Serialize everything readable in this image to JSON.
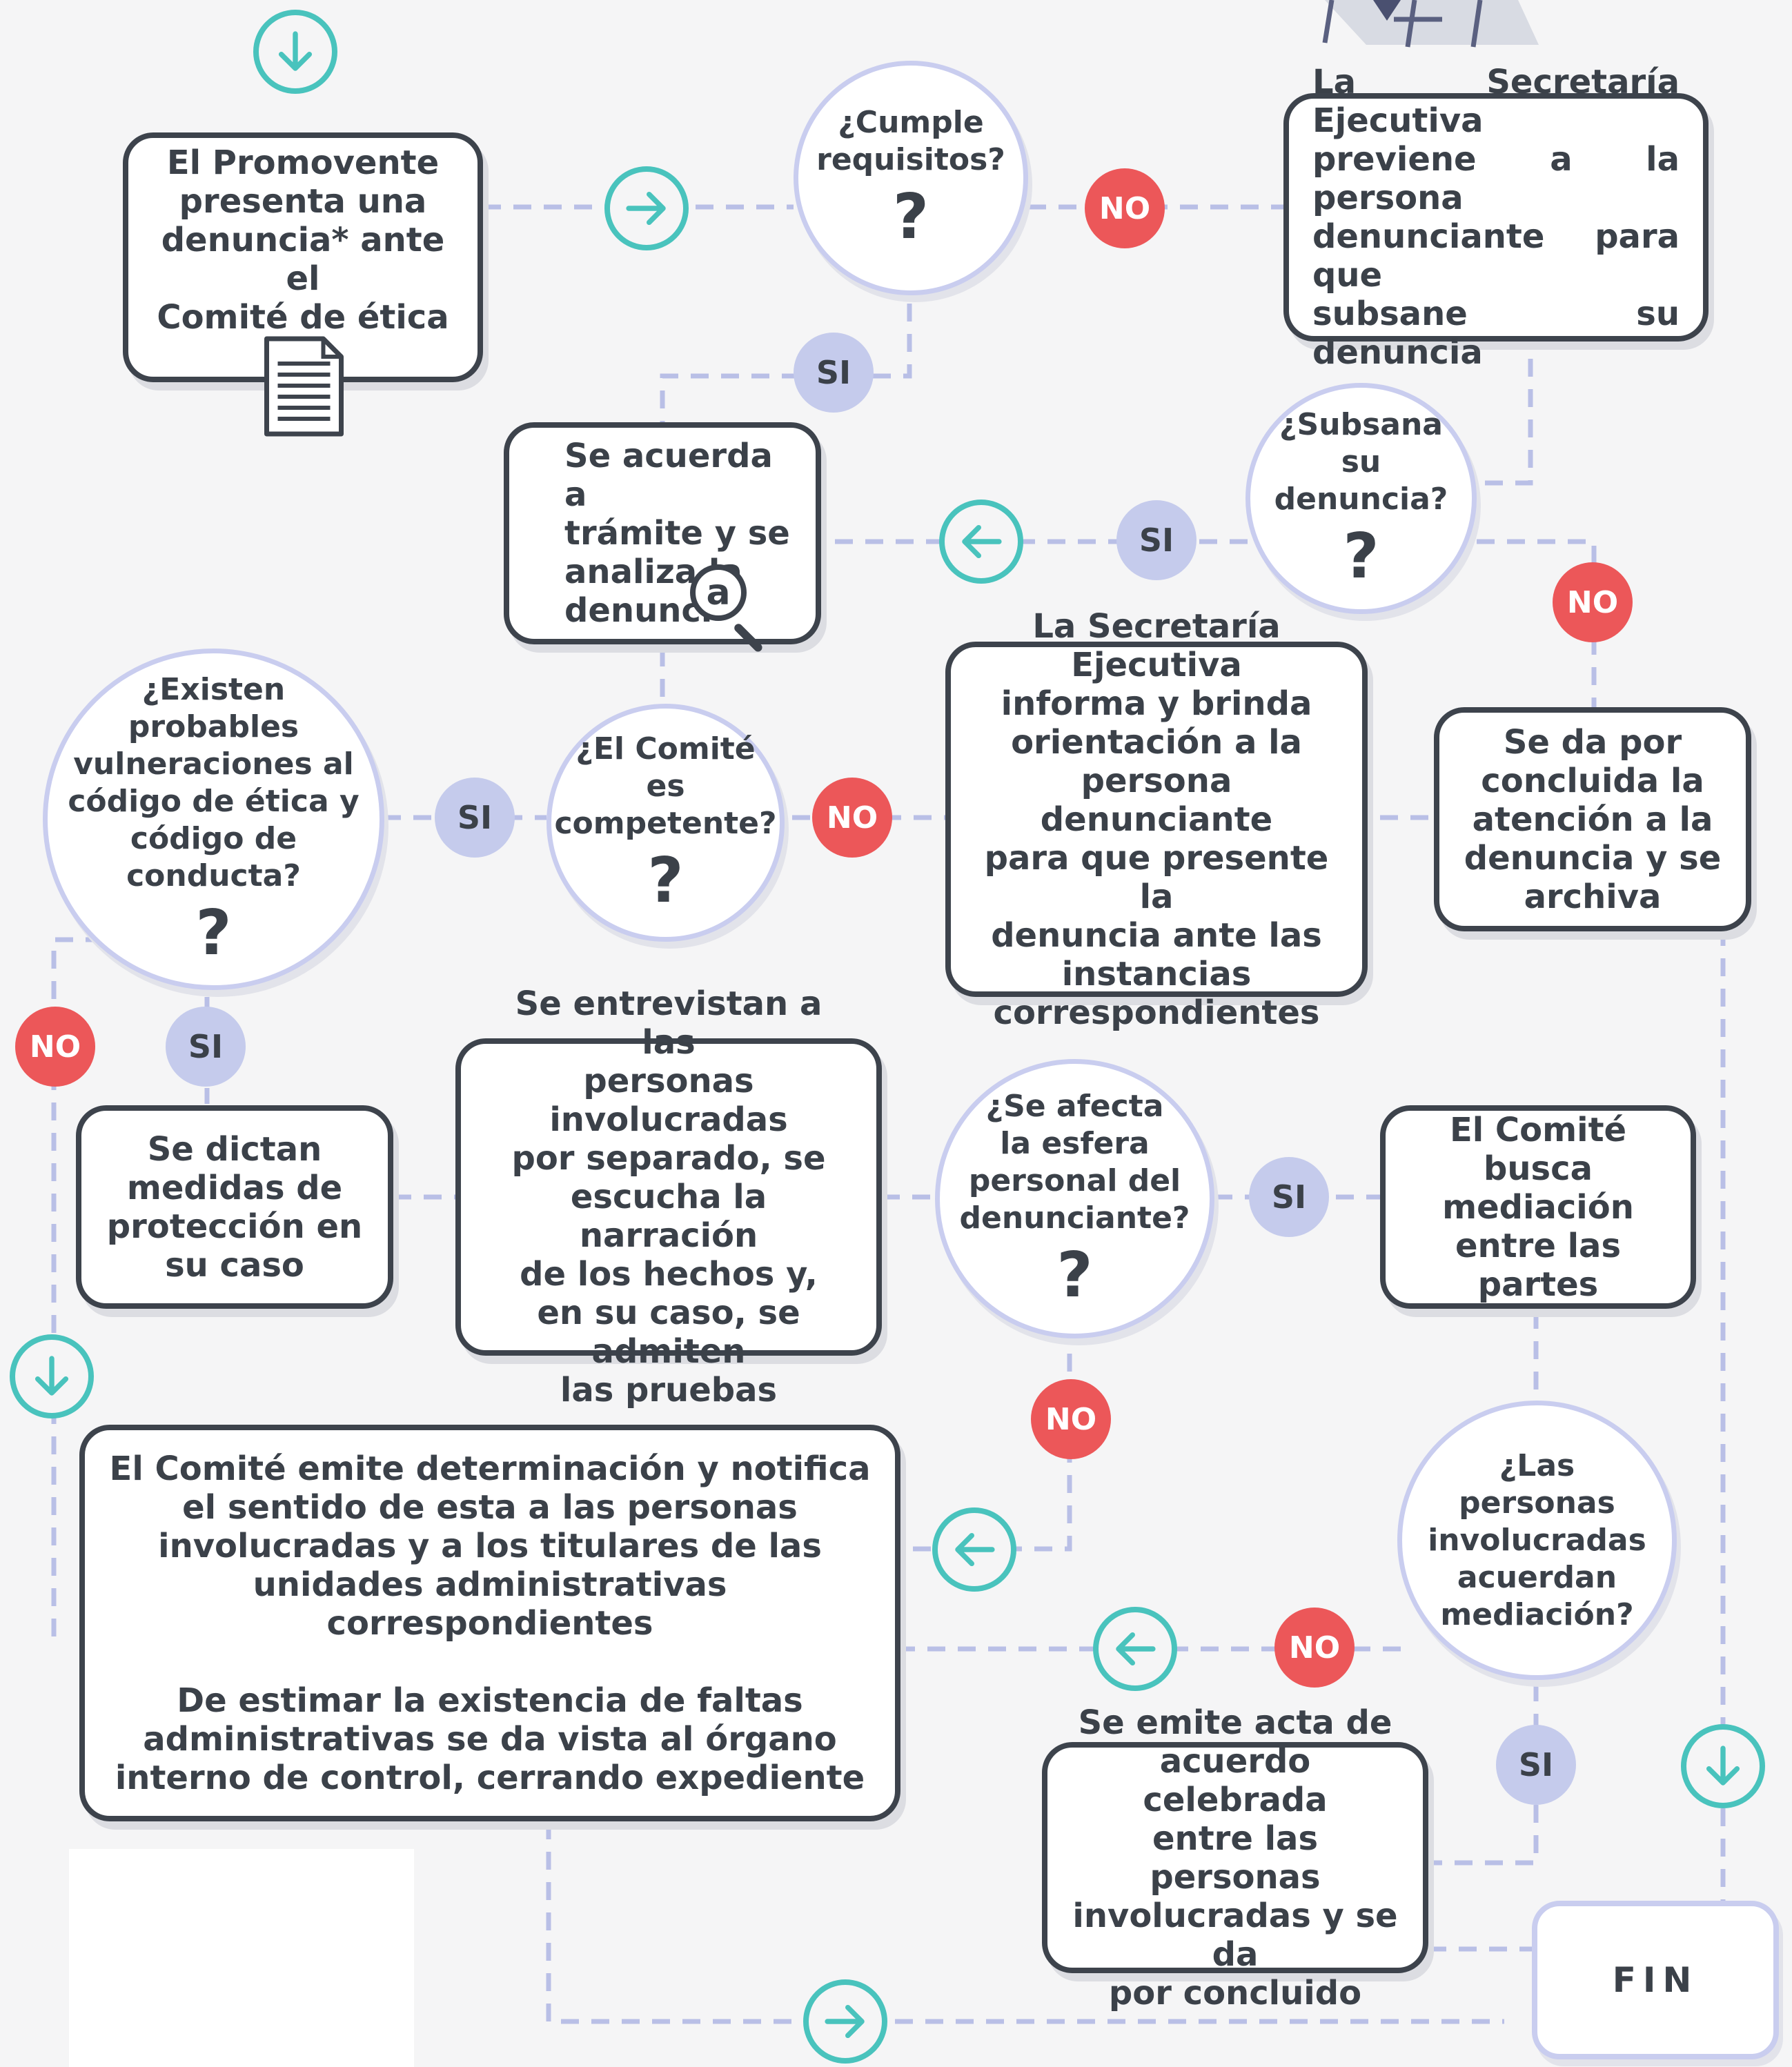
{
  "nodes": {
    "promovente": "El Promovente\npresenta una\ndenuncia* ante el\nComité de ética",
    "cumple": "¿Cumple\nrequisitos?",
    "previene": "La Secretaría Ejecutiva\npreviene a la persona\ndenunciante para que\nsubsane su denuncia",
    "subsana": "¿Subsana su\ndenuncia?",
    "tramite": "Se acuerda a\ntrámite y se\nanaliza la\ndenunci",
    "tramite_icon_letter": "a",
    "concluida": "Se da por\nconcluida la\natención a la\ndenuncia y se\narchiva",
    "informa": "La Secretaría Ejecutiva\ninforma y brinda\norientación a la\npersona denunciante\npara que presente la\ndenuncia ante las\ninstancias\ncorrespondientes",
    "competente": "¿El Comité es\ncompetente?",
    "vulneraciones": "¿Existen probables\nvulneraciones al\ncódigo de ética y\ncódigo de conducta?",
    "medidas": "Se dictan\nmedidas de\nprotección en\nsu caso",
    "entrevistan": "Se entrevistan a las\npersonas involucradas\npor separado, se\nescucha la narración\nde los hechos y,\nen su caso, se admiten\nlas pruebas",
    "esfera": "¿Se afecta\nla esfera\npersonal del\ndenunciante?",
    "mediacion": "El Comité\nbusca mediación\nentre las partes",
    "acuerdan": "¿Las personas\ninvolucradas\nacuerdan\nmediación?",
    "determinacion": "El Comité emite determinación y notifica\nel sentido de esta a las personas\ninvolucradas y a los titulares de las\nunidades administrativas correspondientes\n\nDe estimar la existencia de faltas\nadministrativas se da vista al órgano\ninterno de control, cerrando expediente",
    "acta": "Se emite acta de\nacuerdo celebrada\nentre las personas\ninvolucradas y se da\npor concluido",
    "fin": "FIN"
  },
  "question_mark": "?",
  "labels": {
    "no": "NO",
    "si": "SI"
  },
  "icons": {
    "flow_arrows": [
      "arrow-down-icon",
      "arrow-right-icon",
      "arrow-left-icon"
    ],
    "document": "document-icon",
    "magnifier": "magnifier-icon"
  },
  "colors": {
    "no_badge": "#ec5759",
    "si_badge": "#c5cbec",
    "arrow": "#49c3bd",
    "connector": "#b9bfe6",
    "box_border": "#3d434c"
  }
}
